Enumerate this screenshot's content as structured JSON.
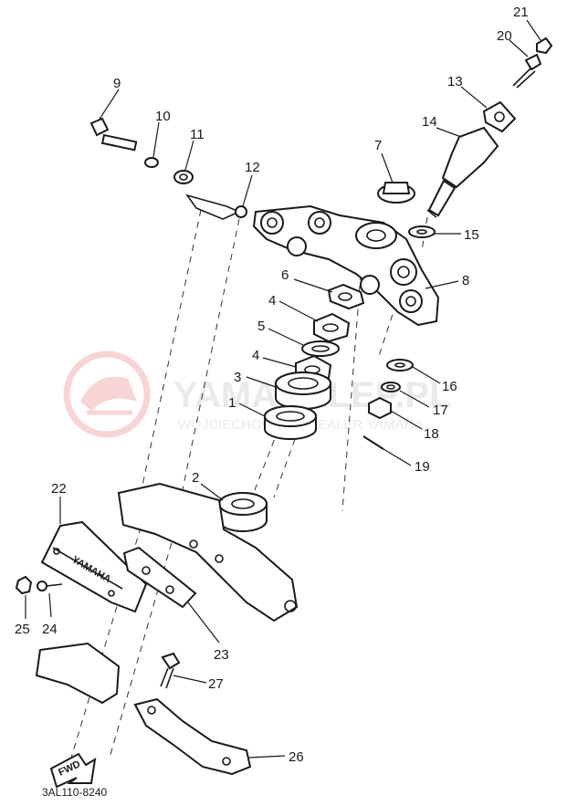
{
  "diagram": {
    "part_code": "3AL110-8240",
    "fwd_label": "FWD",
    "plate_lettering": "YAMAHA",
    "watermark": {
      "main": "YAMASKLEP.PL",
      "sub": "WOJCIECHOWICZ | DEALER YAMAHA"
    },
    "callouts": [
      {
        "id": "1",
        "text": "1"
      },
      {
        "id": "2",
        "text": "2"
      },
      {
        "id": "3",
        "text": "3"
      },
      {
        "id": "4a",
        "text": "4"
      },
      {
        "id": "4b",
        "text": "4"
      },
      {
        "id": "5",
        "text": "5"
      },
      {
        "id": "6",
        "text": "6"
      },
      {
        "id": "7",
        "text": "7"
      },
      {
        "id": "8",
        "text": "8"
      },
      {
        "id": "9",
        "text": "9"
      },
      {
        "id": "10",
        "text": "10"
      },
      {
        "id": "11",
        "text": "11"
      },
      {
        "id": "12",
        "text": "12"
      },
      {
        "id": "13",
        "text": "13"
      },
      {
        "id": "14",
        "text": "14"
      },
      {
        "id": "15",
        "text": "15"
      },
      {
        "id": "16",
        "text": "16"
      },
      {
        "id": "17",
        "text": "17"
      },
      {
        "id": "18",
        "text": "18"
      },
      {
        "id": "19",
        "text": "19"
      },
      {
        "id": "20",
        "text": "20"
      },
      {
        "id": "21",
        "text": "21"
      },
      {
        "id": "22",
        "text": "22"
      },
      {
        "id": "23",
        "text": "23"
      },
      {
        "id": "24",
        "text": "24"
      },
      {
        "id": "25",
        "text": "25"
      },
      {
        "id": "26",
        "text": "26"
      },
      {
        "id": "27",
        "text": "27"
      }
    ]
  }
}
